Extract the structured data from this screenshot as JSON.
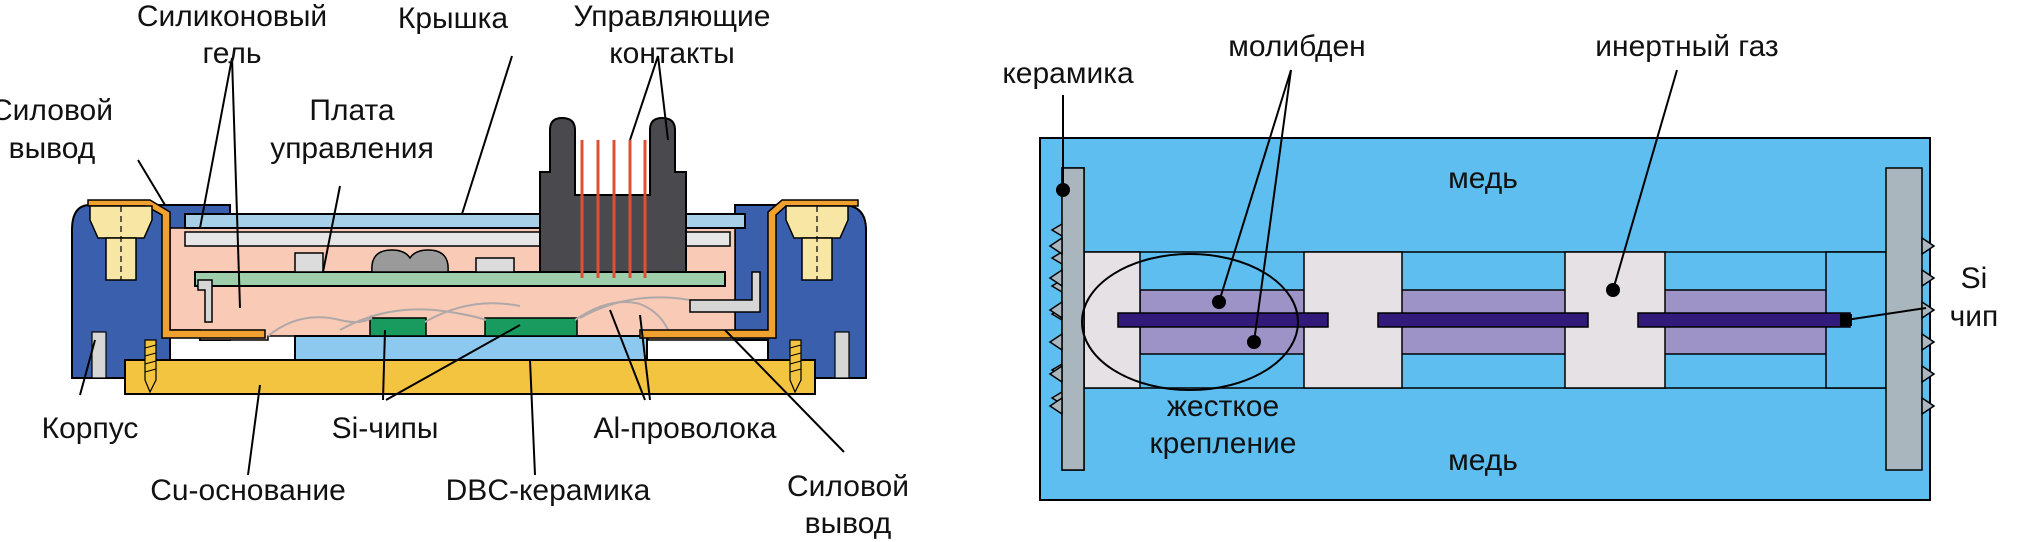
{
  "left_diagram": {
    "labels": {
      "silicone_gel": "Силиконовый гель",
      "cover": "Крышка",
      "control_contacts": "Управляющие контакты",
      "power_terminal_left": "Силовой вывод",
      "control_board": "Плата управления",
      "housing": "Корпус",
      "si_chips": "Si-чипы",
      "al_wire": "Al-проволока",
      "cu_base": "Cu-основание",
      "dbc_ceramic": "DBC-керамика",
      "power_terminal_right": "Силовой вывод"
    }
  },
  "right_diagram": {
    "labels": {
      "ceramic": "керамика",
      "molybdenum": "молибден",
      "inert_gas": "инертный газ",
      "copper_top": "медь",
      "si": "Si",
      "chip": "чип",
      "rigid": "жесткое",
      "mount": "крепление",
      "copper_bottom": "медь"
    }
  },
  "colors": {
    "housing": "#3a60ad",
    "base": "#f2c440",
    "gel": "#f9cbb6",
    "cover": "#a8cfe8",
    "board": "#9fceac",
    "connector": "#4a4a4e",
    "contacts": "#e05030",
    "terminal": "#f1a130",
    "dbc": "#8dc8ee",
    "chip": "#199a5e",
    "copper_press": "#5ebeef",
    "ceramic_ring": "#a9b6bd",
    "moly": "#9e93c6",
    "si_chip": "#321a7a",
    "inert_block": "#e5e1e4"
  }
}
